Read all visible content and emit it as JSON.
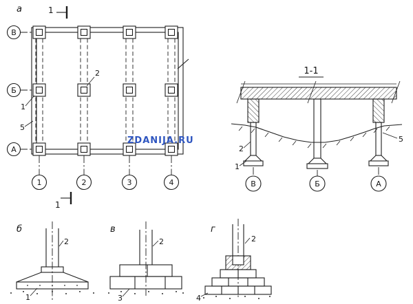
{
  "watermark": {
    "text": "ZDANIJA.RU",
    "color": "#2f56c0"
  },
  "plan": {
    "label": "а",
    "section_cut_top": "1",
    "section_cut_bottom": "1",
    "row_axes": [
      "В",
      "Б",
      "А"
    ],
    "col_axes": [
      "1",
      "2",
      "3",
      "4"
    ],
    "callout_column": "2",
    "callout_footing": "1",
    "callout_beam": "5"
  },
  "section": {
    "title": "1-1",
    "axes": [
      "В",
      "Б",
      "А"
    ],
    "callout_column": "2",
    "callout_footing": "1",
    "callout_beam": "5"
  },
  "details": {
    "monolithic": {
      "label": "б",
      "callout_column": "2",
      "callout_footing": "1"
    },
    "blocks": {
      "label": "в",
      "callout_column": "2",
      "callout_footing": "3"
    },
    "brick": {
      "label": "г",
      "callout_column": "2",
      "callout_footing": "4"
    }
  }
}
